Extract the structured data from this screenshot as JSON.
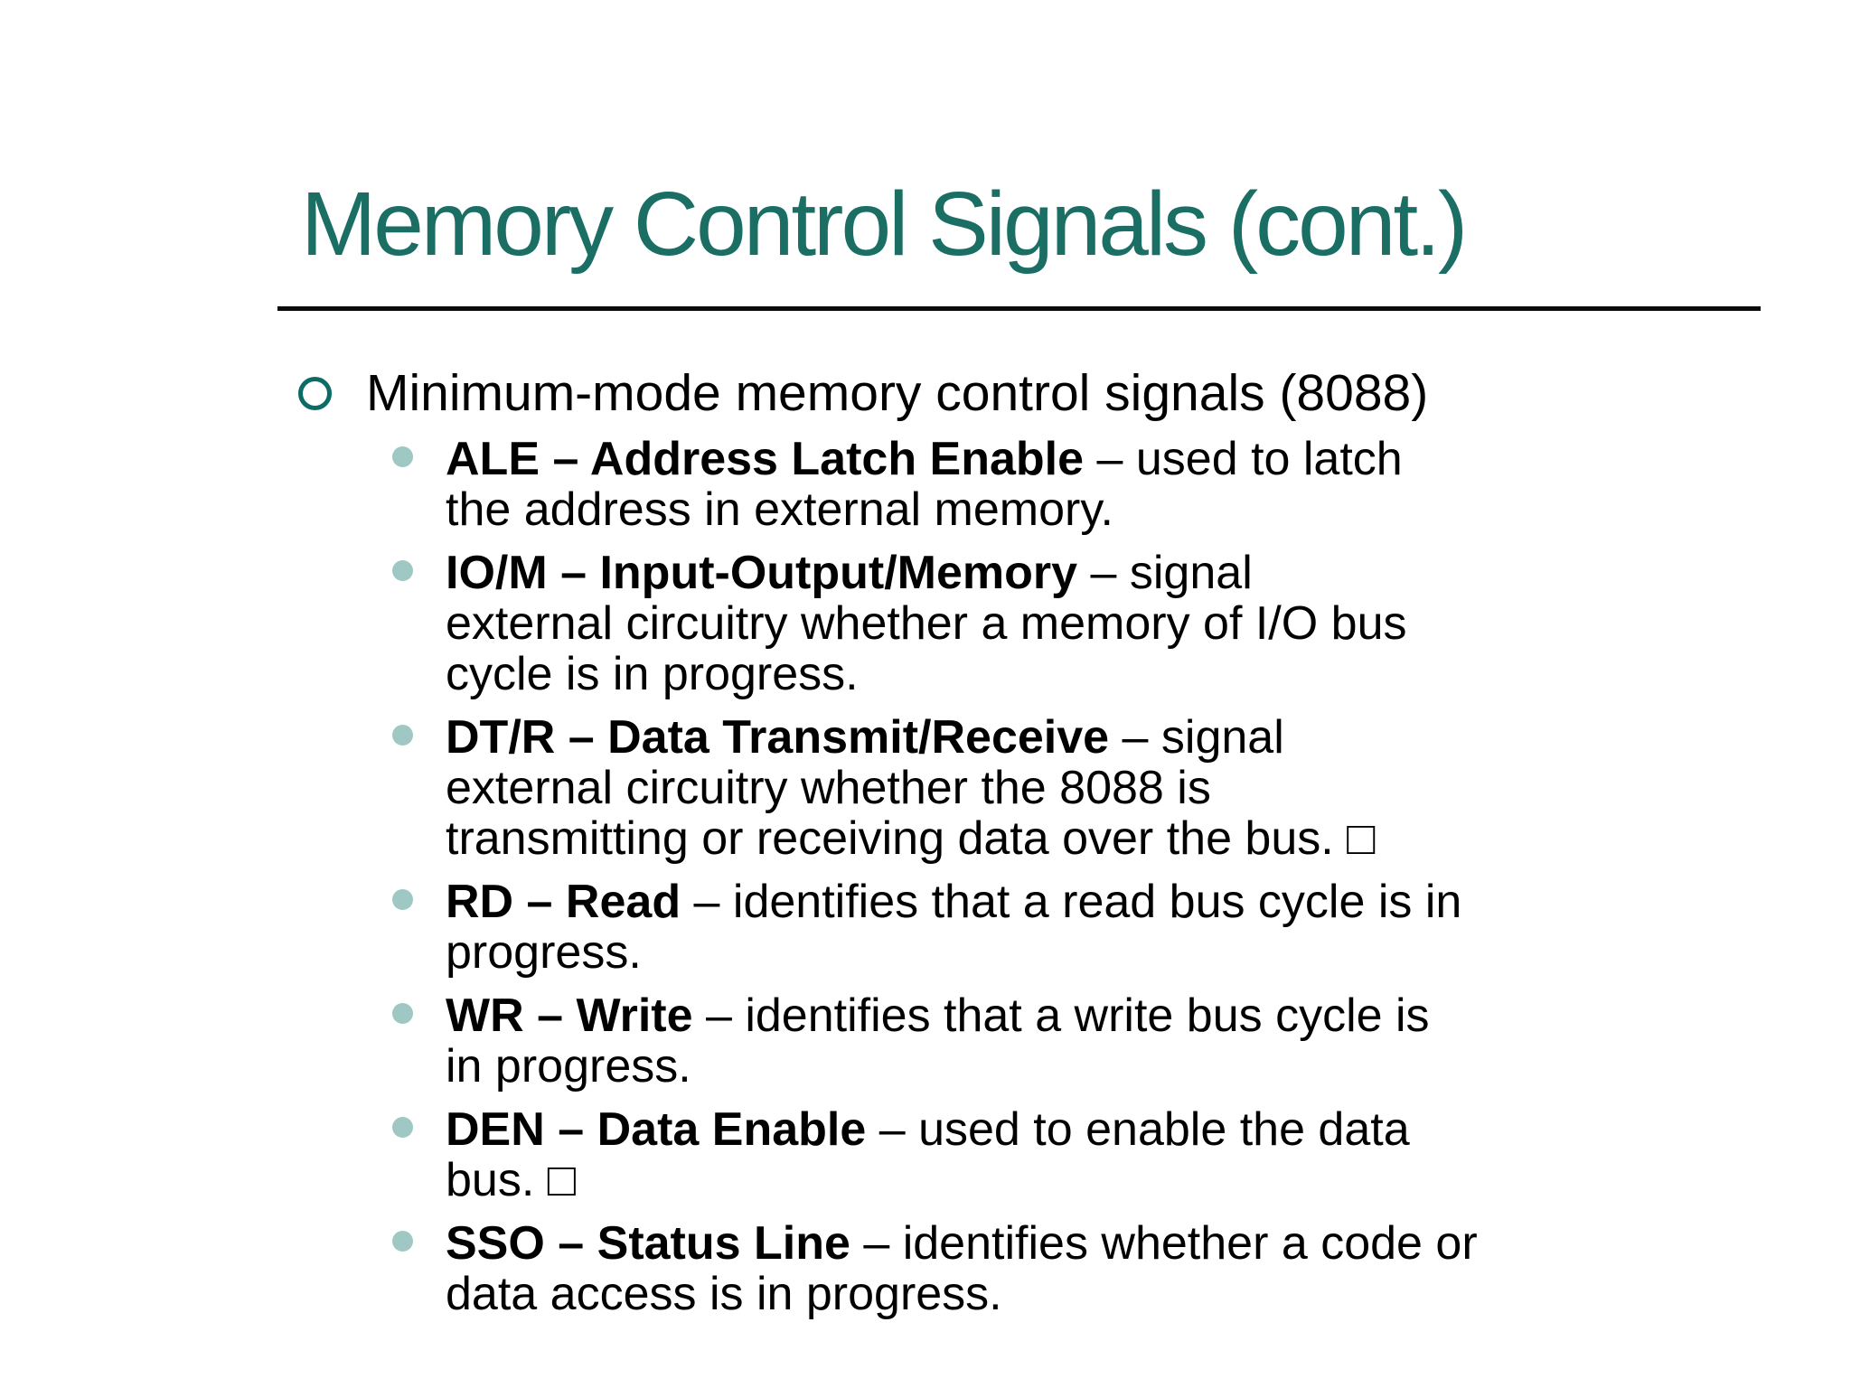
{
  "slide": {
    "title": "Memory Control Signals (cont.)",
    "colors": {
      "title_text": "#1b6e64",
      "lead_bullet_ring": "#0d6b66",
      "signal_bullet_fill": "#9fc8c4",
      "body_text": "#000000",
      "underline": "#0a0a0a",
      "background": "#ffffff"
    },
    "content": {
      "lead_bullet": "Minimum-mode memory control signals (8088)",
      "signals": [
        {
          "bold": "ALE – Address Latch Enable",
          "rest": " – used to latch\nthe address in external memory."
        },
        {
          "bold": "IO/M – Input-Output/Memory",
          "rest": " – signal\nexternal circuitry whether a memory of I/O bus\ncycle is in progress."
        },
        {
          "bold": "DT/R – Data Transmit/Receive",
          "rest": " – signal\nexternal circuitry whether the 8088 is\ntransmitting or receiving data over the bus. □"
        },
        {
          "bold": "RD – Read",
          "rest": " – identifies that a read bus cycle is in\nprogress."
        },
        {
          "bold": "WR – Write",
          "rest": " – identifies that a write bus cycle is\nin progress."
        },
        {
          "bold": "DEN – Data Enable",
          "rest": " – used to enable the data\nbus. □"
        },
        {
          "bold": "SSO – Status Line",
          "rest": " – identifies whether a code or\ndata access is in progress."
        }
      ]
    }
  }
}
